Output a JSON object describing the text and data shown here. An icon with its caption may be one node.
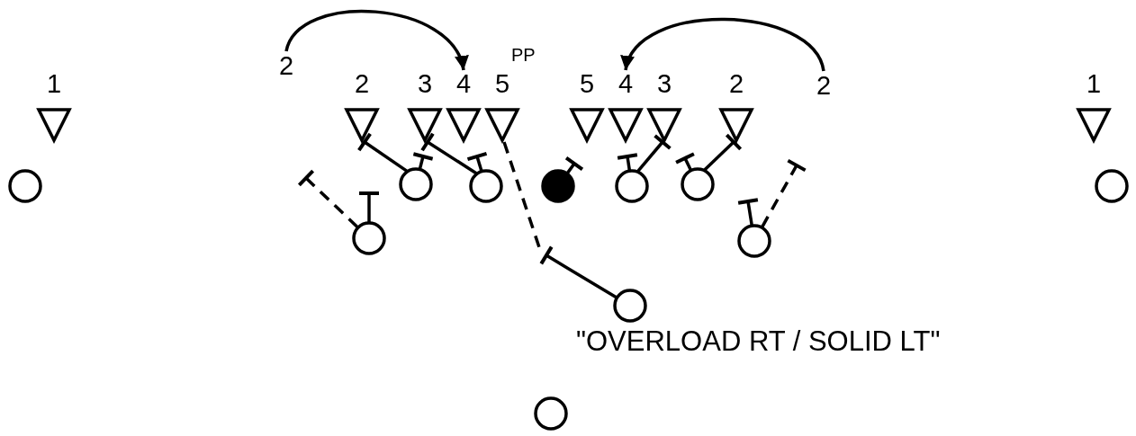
{
  "diagram": {
    "nodes": [
      {
        "text": [
          "2"
        ]
      },
      {
        "text": [
          "2"
        ]
      },
      {
        "text": [
          "1"
        ]
      },
      {
        "text": [
          "2"
        ]
      },
      {
        "text": [
          "3"
        ]
      },
      {
        "text": [
          "4"
        ]
      },
      {
        "text": [
          "5"
        ]
      },
      {
        "text": [
          "5"
        ]
      },
      {
        "text": [
          "4"
        ]
      },
      {
        "text": [
          "3"
        ]
      },
      {
        "text": [
          "2"
        ]
      },
      {
        "text": [
          "1"
        ]
      },
      {
        "text": [],
        "shape": "circle"
      },
      {
        "text": [],
        "shape": "circle"
      },
      {
        "text": [],
        "shape": "circle"
      },
      {
        "text": [],
        "shape": "circle"
      },
      {
        "text": [],
        "shape": "circle"
      },
      {
        "text": [],
        "shape": "circle"
      },
      {
        "text": [],
        "shape": "circle"
      },
      {
        "text": [],
        "shape": "circle"
      },
      {
        "text": [],
        "shape": "circle"
      },
      {
        "text": [],
        "shape": "circle"
      },
      {
        "text": [],
        "shape": "circle"
      }
    ],
    "edges": [
      {
        "from": 0,
        "to": 5,
        "arrow": "to"
      },
      {
        "from": 1,
        "to": 8,
        "arrow": "to"
      },
      {
        "from": 13,
        "to": null,
        "arrow": "other"
      },
      {
        "from": 13,
        "to": null,
        "arrow": "other",
        "style": "dashed"
      },
      {
        "from": 14,
        "to": 3,
        "arrow": "other"
      },
      {
        "from": 14,
        "to": null,
        "arrow": "other"
      },
      {
        "from": 15,
        "to": 4,
        "arrow": "other"
      },
      {
        "from": 15,
        "to": null,
        "arrow": "other"
      },
      {
        "from": 16,
        "to": null,
        "arrow": "other"
      },
      {
        "from": 17,
        "to": null,
        "arrow": "other"
      },
      {
        "from": 17,
        "to": 9,
        "arrow": "other"
      },
      {
        "from": 18,
        "to": null,
        "arrow": "other"
      },
      {
        "from": 18,
        "to": 10,
        "arrow": "other"
      },
      {
        "from": 19,
        "to": null,
        "arrow": "other"
      },
      {
        "from": 19,
        "to": null,
        "arrow": "other",
        "style": "dashed"
      },
      {
        "from": 20,
        "to": null,
        "arrow": "other"
      },
      {
        "from": 6,
        "to": null,
        "arrow": "none",
        "style": "dashed"
      }
    ],
    "labels": [
      "PP",
      "\"OVERLOAD RT / SOLID LT\""
    ]
  }
}
